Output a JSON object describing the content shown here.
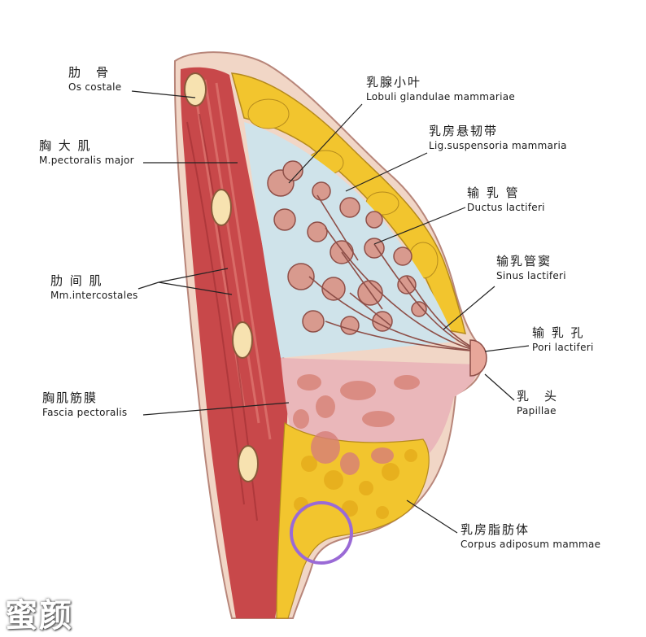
{
  "labels": {
    "ribs": {
      "cn": "肋　骨",
      "en": "Os costale"
    },
    "pectoralis_major": {
      "cn": "胸 大 肌",
      "en": "M.pectoralis major"
    },
    "intercostales": {
      "cn": "肋 间 肌",
      "en": "Mm.intercostales"
    },
    "fascia_pectoralis": {
      "cn": "胸肌筋膜",
      "en": "Fascia pectoralis"
    },
    "lobuli": {
      "cn": "乳腺小叶",
      "en": "Lobuli glandulae mammariae"
    },
    "lig_suspensoria": {
      "cn": "乳房悬韧带",
      "en": "Lig.suspensoria mammaria"
    },
    "ductus_lactiferi": {
      "cn": "输 乳 管",
      "en": "Ductus lactiferi"
    },
    "sinus_lactiferi": {
      "cn": "输乳管窦",
      "en": "Sinus lactiferi"
    },
    "pori_lactiferi": {
      "cn": "输 乳 孔",
      "en": "Pori lactiferi"
    },
    "papillae": {
      "cn": "乳　头",
      "en": "Papillae"
    },
    "corpus_adiposum": {
      "cn": "乳房脂肪体",
      "en": "Corpus adiposum mammae"
    }
  },
  "watermark": "蜜颜",
  "colors": {
    "muscle": "#c8484a",
    "fat": "#f2c52e",
    "gland_pink": "#eab7ba",
    "skin": "#f1d6c6",
    "highlight_circle": "#9a6ad6"
  }
}
